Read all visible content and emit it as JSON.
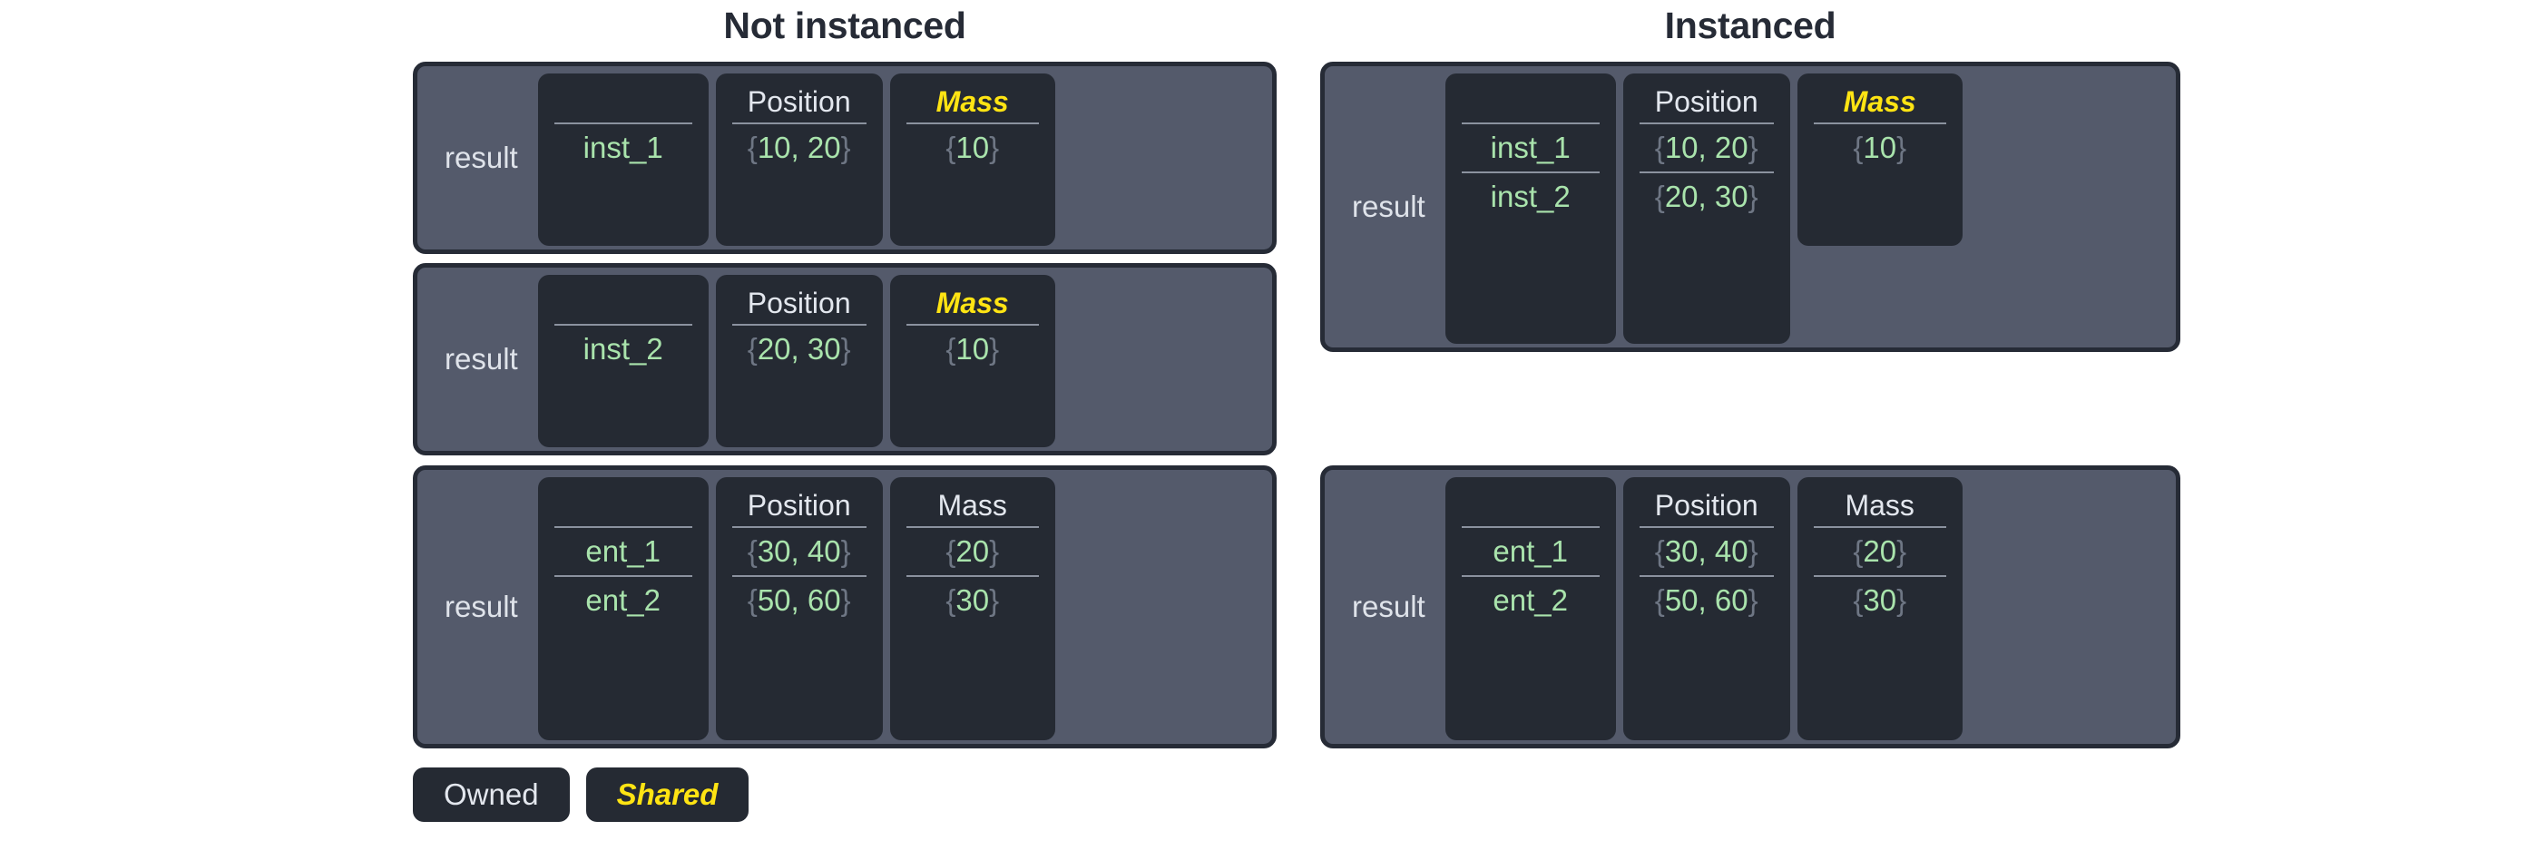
{
  "headings": {
    "not_instanced": "Not instanced",
    "instanced": "Instanced"
  },
  "labels": {
    "result": "result",
    "position": "Position",
    "mass": "Mass",
    "blank": ""
  },
  "colors": {
    "frame_border": "#262b36",
    "frame_fill": "#545a6b",
    "card_fill": "#252a33",
    "owned_text": "#e3e7ee",
    "shared_text": "#ffe413",
    "value_text": "#a9e3ac",
    "brace_text": "#6e7684",
    "rule": "#8b929f",
    "page_bg": "#ffffff"
  },
  "legend": {
    "owned": "Owned",
    "shared": "Shared"
  },
  "tables": {
    "left_1": {
      "result": "result",
      "name_head": "",
      "position_head": "Position",
      "mass_head": "Mass",
      "mass_shared": true,
      "rows": [
        {
          "name": "inst_1",
          "position": "{10, 20}",
          "mass": "{10}"
        }
      ]
    },
    "left_2": {
      "result": "result",
      "name_head": "",
      "position_head": "Position",
      "mass_head": "Mass",
      "mass_shared": true,
      "rows": [
        {
          "name": "inst_2",
          "position": "{20, 30}",
          "mass": "{10}"
        }
      ]
    },
    "left_3": {
      "result": "result",
      "name_head": "",
      "position_head": "Position",
      "mass_head": "Mass",
      "mass_shared": false,
      "rows": [
        {
          "name": "ent_1",
          "position": "{30, 40}",
          "mass": "{20}"
        },
        {
          "name": "ent_2",
          "position": "{50, 60}",
          "mass": "{30}"
        }
      ]
    },
    "right_1": {
      "result": "result",
      "name_head": "",
      "position_head": "Position",
      "mass_head": "Mass",
      "mass_shared": true,
      "rows": [
        {
          "name": "inst_1",
          "position": "{10, 20}"
        },
        {
          "name": "inst_2",
          "position": "{20, 30}"
        }
      ],
      "mass_values": [
        "{10}"
      ]
    },
    "right_2": {
      "result": "result",
      "name_head": "",
      "position_head": "Position",
      "mass_head": "Mass",
      "mass_shared": false,
      "rows": [
        {
          "name": "ent_1",
          "position": "{30, 40}",
          "mass": "{20}"
        },
        {
          "name": "ent_2",
          "position": "{50, 60}",
          "mass": "{30}"
        }
      ]
    }
  }
}
